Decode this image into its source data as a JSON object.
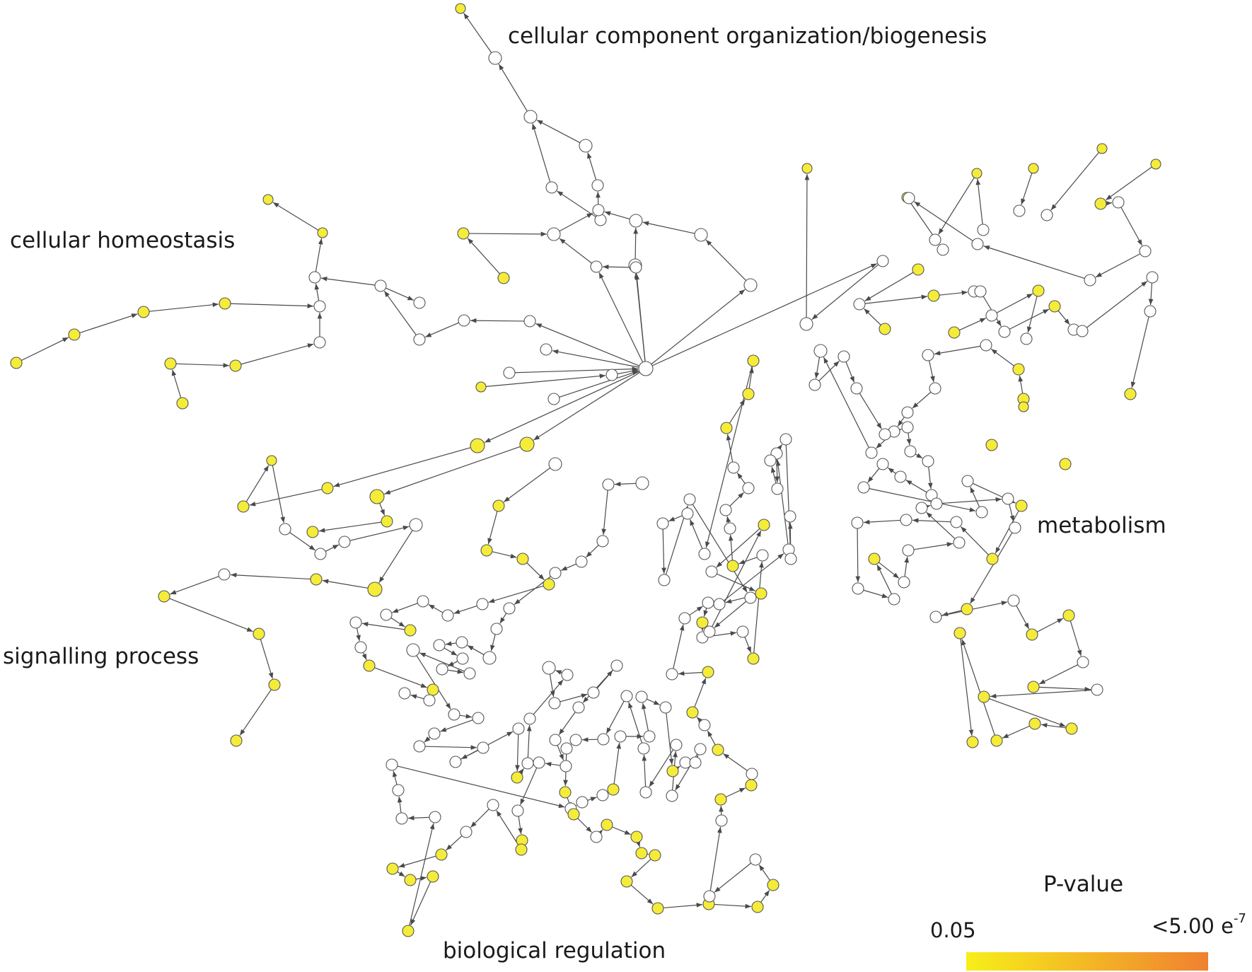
{
  "labels": {
    "cellular_component": "cellular component organization/biogenesis",
    "cellular_homeostasis": "cellular homeostasis",
    "signalling_process": "signalling process",
    "biological_regulation": "biological regulation",
    "metabolism": "metabolism"
  },
  "legend": {
    "title": "P-value",
    "min_label": "0.05",
    "max_label_base": "<5.00 e",
    "max_label_exp": "-7",
    "color_low": "#f7ef1a",
    "color_high": "#f08030"
  },
  "colors": {
    "significant_node": "#f5ec3a",
    "plain_node": "#ffffff",
    "node_stroke": "#555555",
    "edge": "#4a4a4a"
  }
}
